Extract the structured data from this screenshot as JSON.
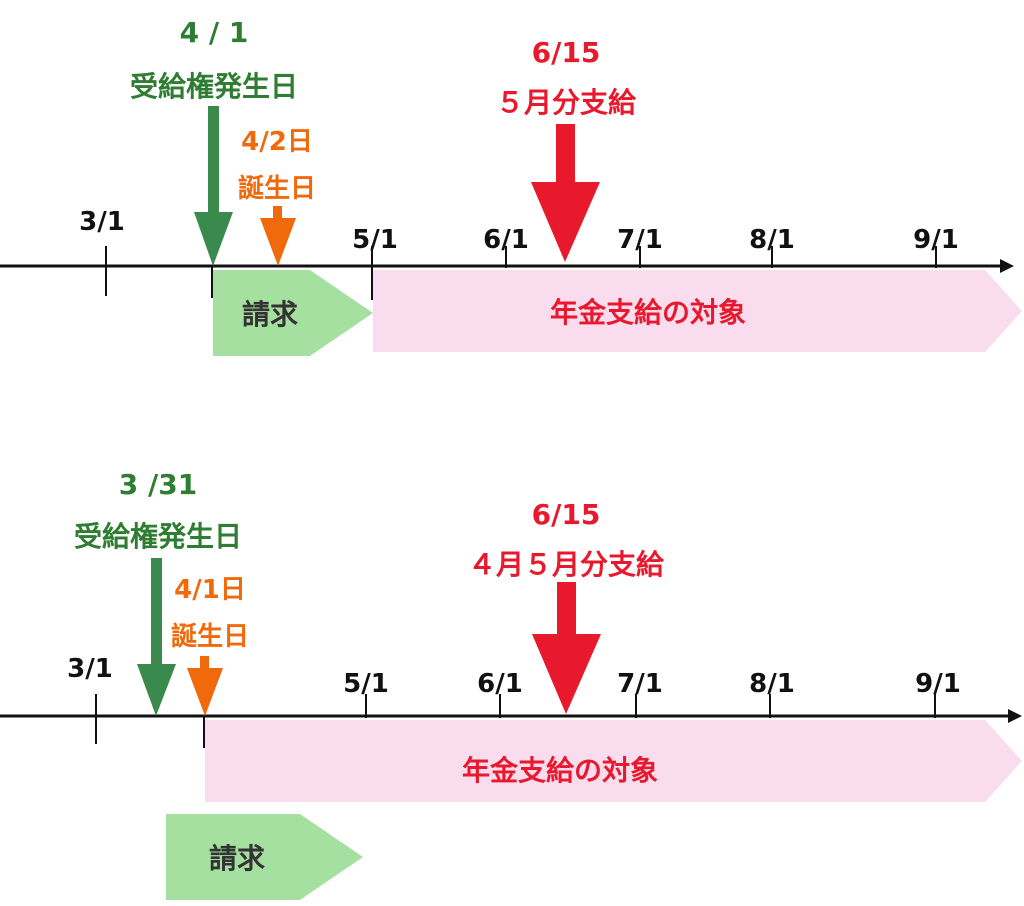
{
  "colors": {
    "axis": "#111111",
    "green": "#2e7d32",
    "green_arrow": "#3a8a4d",
    "orange": "#f06a0c",
    "red": "#e8192c",
    "claim_fill": "#a5e0a0",
    "pension_fill": "#fadcef"
  },
  "diagrams": [
    {
      "ticks": [
        "3/1",
        "5/1",
        "6/1",
        "7/1",
        "8/1",
        "9/1"
      ],
      "entitlement": {
        "date": "4 / 1",
        "label": "受給権発生日"
      },
      "birthday": {
        "date": "4/2日",
        "label": "誕生日"
      },
      "payment": {
        "date": "6/15",
        "label": "５月分支給"
      },
      "claim_label": "請求",
      "pension_label": "年金支給の対象"
    },
    {
      "ticks": [
        "3/1",
        "5/1",
        "6/1",
        "7/1",
        "8/1",
        "9/1"
      ],
      "entitlement": {
        "date": "3 /31",
        "label": "受給権発生日"
      },
      "birthday": {
        "date": "4/1日",
        "label": "誕生日"
      },
      "payment": {
        "date": "6/15",
        "label": "４月５月分支給"
      },
      "claim_label": "請求",
      "pension_label": "年金支給の対象"
    }
  ]
}
